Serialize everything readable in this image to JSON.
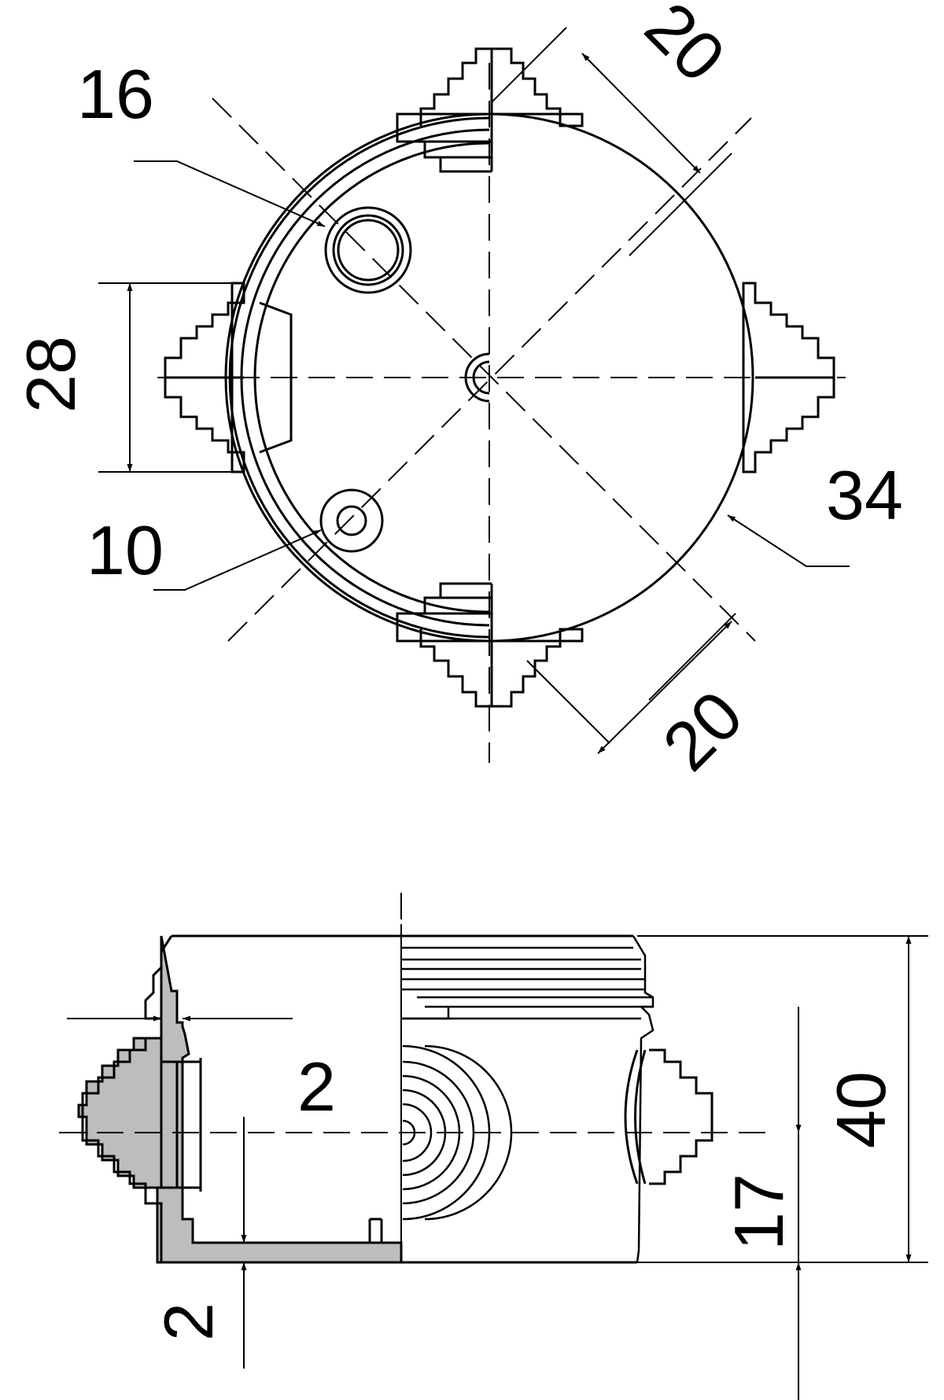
{
  "colors": {
    "line": "#000000",
    "section_fill": "#bdbdbd",
    "background": "#ffffff"
  },
  "top_view": {
    "dim_large_hole": "16",
    "dim_small_hole": "10",
    "dim_port_height": "28",
    "dim_diameter": "34",
    "dim_top_diagonal": "20",
    "dim_bottom_diagonal": "20"
  },
  "side_view": {
    "dim_wall_thickness": "2",
    "dim_base_thickness": "2",
    "dim_total_height": "40",
    "dim_port_center_height": "17"
  }
}
